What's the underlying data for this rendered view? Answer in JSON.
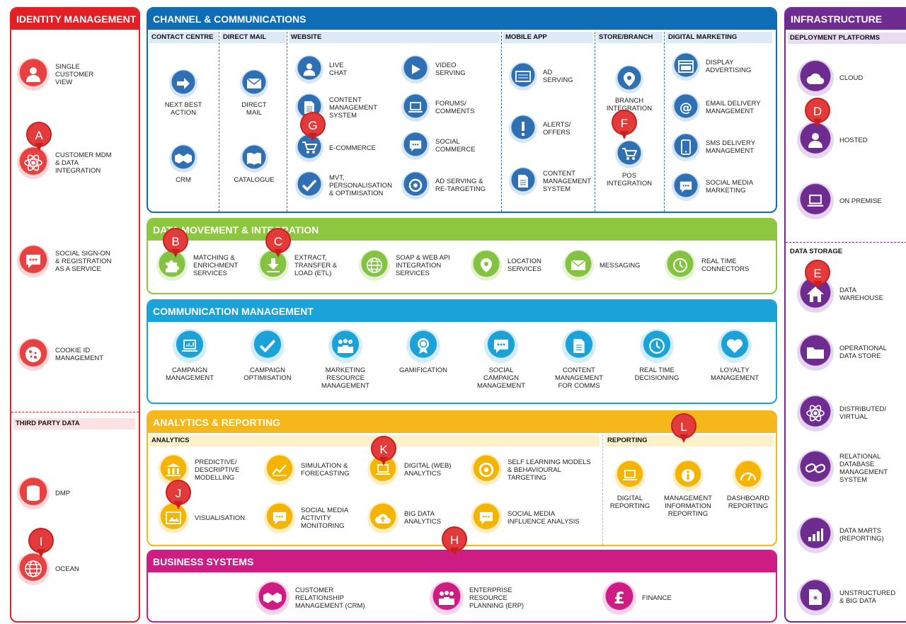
{
  "identity": {
    "title": "IDENTITY MANAGEMENT",
    "third_party": "THIRD PARTY DATA",
    "items": [
      "SINGLE CUSTOMER VIEW",
      "CUSTOMER MDM & DATA INTEGRATION",
      "SOCIAL SIGN-ON & REGISTRATION AS A SERVICE",
      "COOKIE ID MANAGEMENT"
    ],
    "tp_items": [
      "DMP",
      "OCEAN"
    ]
  },
  "channel": {
    "title": "CHANNEL & COMMUNICATIONS",
    "sections": [
      "CONTACT CENTRE",
      "DIRECT MAIL",
      "WEBSITE",
      "MOBILE APP",
      "STORE/BRANCH",
      "DIGITAL MARKETING"
    ],
    "contact": [
      "NEXT BEST ACTION",
      "CRM"
    ],
    "mail": [
      "DIRECT MAIL",
      "CATALOGUE"
    ],
    "web_left": [
      "LIVE CHAT",
      "CONTENT MANAGEMENT SYSTEM",
      "E-COMMERCE",
      "MVT, PERSONALISATION & OPTIMISATION"
    ],
    "web_right": [
      "VIDEO SERVING",
      "FORUMS/ COMMENTS",
      "SOCIAL COMMERCE",
      "AD SERVING & RE-TARGETING"
    ],
    "mobile": [
      "AD SERVING",
      "ALERTS/ OFFERS",
      "CONTENT MANAGEMENT SYSTEM"
    ],
    "store": [
      "BRANCH INTEGRATION",
      "POS INTEGRATION"
    ],
    "digital": [
      "DISPLAY ADVERTISING",
      "EMAIL DELIVERY MANAGEMENT",
      "SMS DELIVERY MANAGEMENT",
      "SOCIAL MEDIA MARKETING"
    ]
  },
  "data_movement": {
    "title": "DATA MOVEMENT & INTEGRATION",
    "items": [
      "MATCHING & ENRICHMENT SERVICES",
      "EXTRACT, TRANSFER & LOAD (ETL)",
      "SOAP & WEB API INTEGRATION SERVICES",
      "LOCATION SERVICES",
      "MESSAGING",
      "REAL TIME CONNECTORS"
    ]
  },
  "comm_mgmt": {
    "title": "COMMUNICATION MANAGEMENT",
    "items": [
      "CAMPAIGN MANAGEMENT",
      "CAMPAIGN OPTIMISATION",
      "MARKETING RESOURCE MANAGEMENT",
      "GAMIFICATION",
      "SOCIAL CAMPAIGN MANAGEMENT",
      "CONTENT MANAGEMENT FOR COMMS",
      "REAL TIME DECISIONING",
      "LOYALTY MANAGEMENT"
    ]
  },
  "analytics": {
    "title": "ANALYTICS & REPORTING",
    "analytics_label": "ANALYTICS",
    "reporting_label": "REPORTING",
    "items": [
      "PREDICTIVE/ DESCRIPTIVE MODELLING",
      "SIMULATION & FORECASTING",
      "DIGITAL (WEB) ANALYTICS",
      "SELF LEARNING MODELS & BEHAVIOURAL TARGETING",
      "VISUALISATION",
      "SOCIAL MEDIA ACTIVITY MONITORING",
      "BIG DATA ANALYTICS",
      "SOCIAL MEDIA INFLUENCE ANALYSIS"
    ],
    "reporting": [
      "DIGITAL REPORTING",
      "MANAGEMENT INFORMATION REPORTING",
      "DASHBOARD REPORTING"
    ]
  },
  "business": {
    "title": "BUSINESS SYSTEMS",
    "items": [
      "CUSTOMER RELATIONSHIP MANAGEMENT (CRM)",
      "ENTERPRISE RESOURCE PLANNING (ERP)",
      "FINANCE"
    ]
  },
  "infra": {
    "title": "INFRASTRUCTURE",
    "deploy": "DEPLOYMENT PLATFORMS",
    "storage": "DATA STORAGE",
    "deploy_items": [
      "CLOUD",
      "HOSTED",
      "ON PREMISE"
    ],
    "storage_items": [
      "DATA WAREHOUSE",
      "OPERATIONAL DATA STORE",
      "DISTRIBUTED/ VIRTUAL",
      "RELATIONAL DATABASE MANAGEMENT SYSTEM",
      "DATA MARTS (REPORTING)",
      "UNSTRUCTURED & BIG DATA"
    ]
  },
  "markers": [
    "A",
    "B",
    "C",
    "D",
    "E",
    "F",
    "G",
    "H",
    "I",
    "J",
    "K",
    "L"
  ],
  "colors": {
    "identity": "#e31e24",
    "channel": "#0f6db6",
    "data_movement": "#8dc63f",
    "comm_mgmt": "#1ba2d8",
    "analytics": "#f6b71a",
    "business": "#cf1c85",
    "infra": "#6e2c91",
    "marker": "#e33b3b"
  },
  "icons": {
    "identity": [
      "person-icon",
      "atom-icon",
      "chat-icon",
      "cookie-icon",
      "database-icon",
      "globe-icon"
    ],
    "deploy": [
      "cloud-icon",
      "person-icon",
      "laptop-icon"
    ],
    "storage": [
      "house-icon",
      "folder-icon",
      "atom-icon",
      "link-icon",
      "bar-chart-icon",
      "file-icon"
    ]
  }
}
